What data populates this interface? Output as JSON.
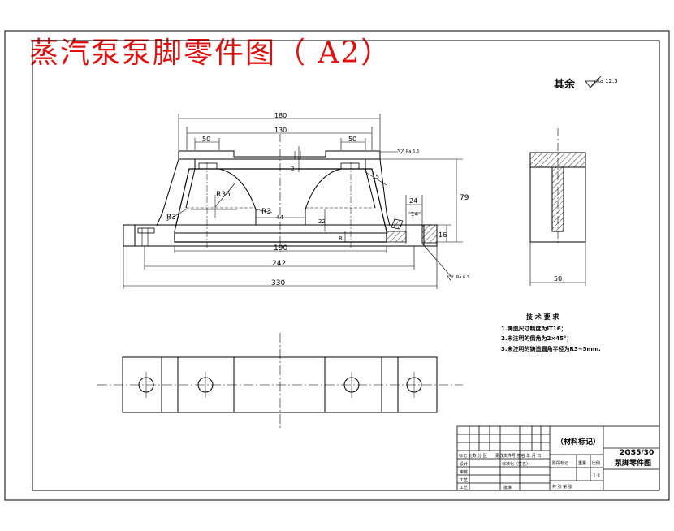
{
  "title": "蒸汽泵泵脚零件图（ A2）",
  "rest_finish": {
    "label": "其余",
    "value": "Ra 12.5"
  },
  "dims": {
    "d180": "180",
    "d130": "130",
    "d50a": "50",
    "d50b": "50",
    "d2": "2",
    "d15": "15",
    "r36": "R36",
    "r3a": "R3",
    "r3b": "R3",
    "d44": "44",
    "d22": "22",
    "d8": "8",
    "d190": "190",
    "d242": "242",
    "d330": "330",
    "d24": "24",
    "d14": "14",
    "d16": "16",
    "d79": "79",
    "side50": "50"
  },
  "finish_marks": {
    "top": "Ra 6.3",
    "bottom": "Ra 6.3"
  },
  "tech_req": {
    "heading": "技 术 要 求",
    "items": [
      "1.铸造尺寸精度为IT16；",
      "2.未注明的倒角为2×45°；",
      "3.未注明的铸造圆角半径为R3~5mm."
    ]
  },
  "title_block": {
    "material": "（材料标记）",
    "drawing_no": "2GS5/30",
    "part_name": "泵脚零件图",
    "row_marks": "标记 处数  分   区",
    "row_change": "更改文件号  签名  年  月  日",
    "design": "设计",
    "std": "标准化（签名）",
    "check": "审核",
    "craft": "工艺",
    "approve": "批准",
    "stage": "阶段标记",
    "weight": "重量",
    "scale_label": "比例",
    "scale": "1:1",
    "sheets": "共   张    第   张"
  }
}
